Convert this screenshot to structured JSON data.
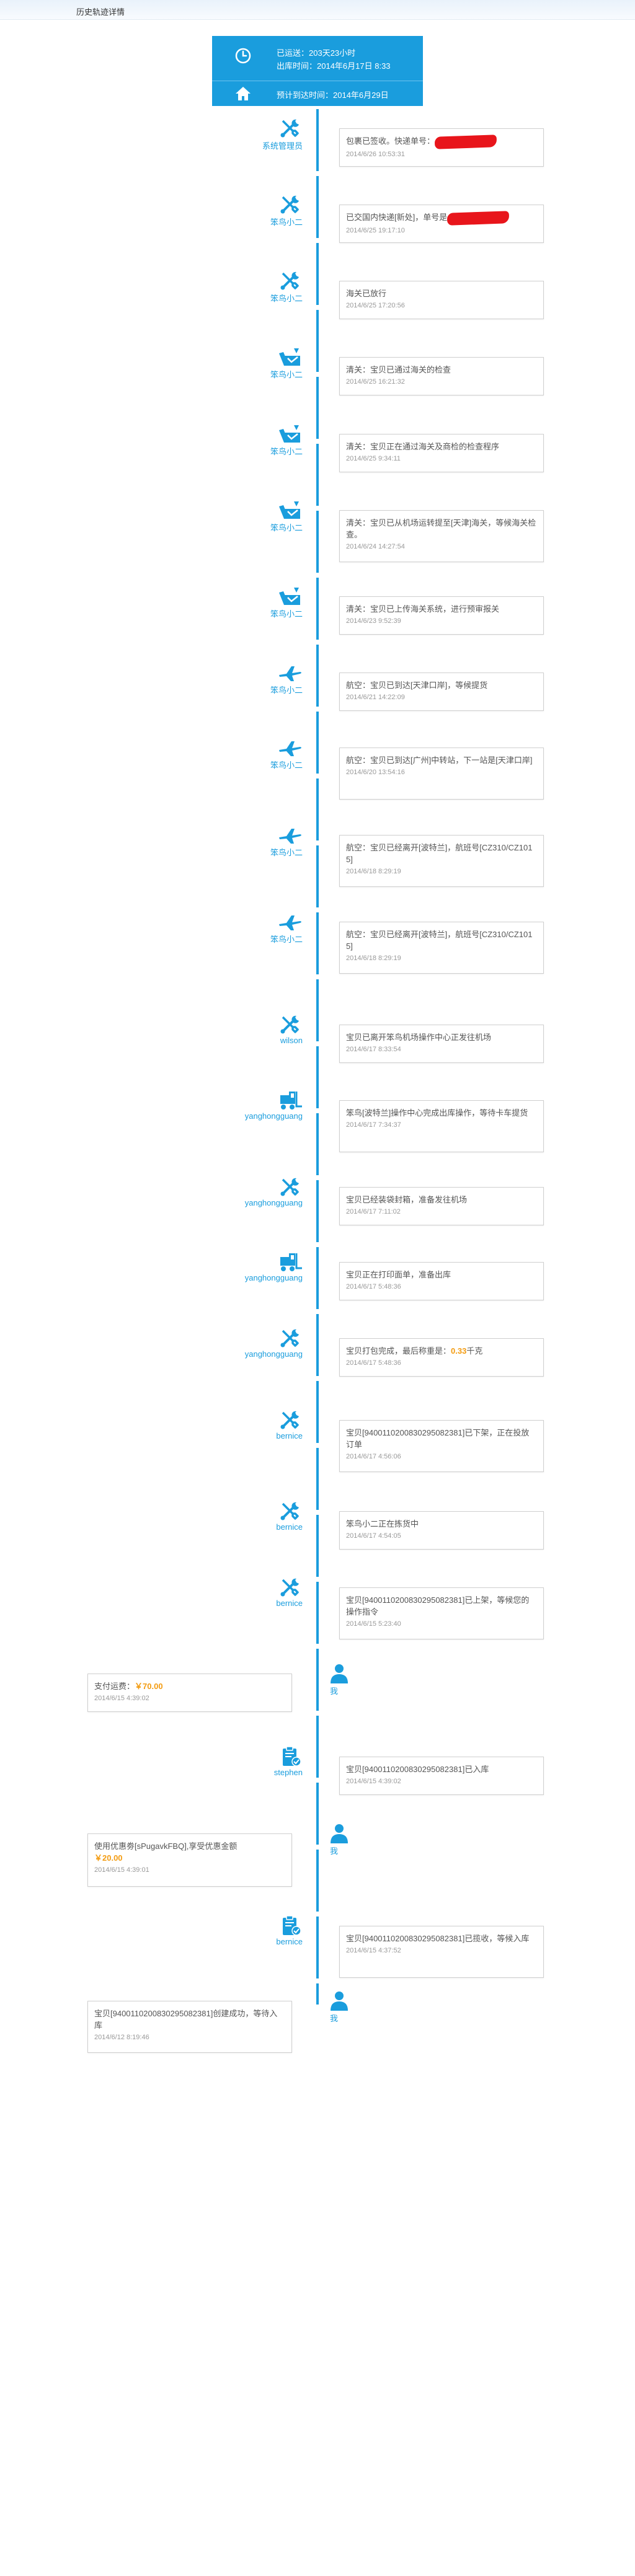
{
  "page": {
    "title": "历史轨迹详情"
  },
  "summary": {
    "status": "已运送：203天23小时",
    "departure": "出库时间：2014年6月17日 8:33",
    "eta": "预计到达时间：2014年6月29日"
  },
  "colors": {
    "accent": "#1a9ddd",
    "amount": "#f39c12",
    "redaction": "#e8151b"
  },
  "events": [
    {
      "side": "right",
      "icon": "wrench-icon",
      "actor": "系统管理员",
      "text": "包裹已签收。快递单号：",
      "redacted": true,
      "time": "2014/6/26 10:53:31"
    },
    {
      "side": "right",
      "icon": "wrench-icon",
      "actor": "笨鸟小二",
      "text": "已交国内快递[新处]，单号是",
      "redacted": true,
      "time": "2014/6/25 19:17:10"
    },
    {
      "side": "right",
      "icon": "wrench-icon",
      "actor": "笨鸟小二",
      "text": "海关已放行",
      "time": "2014/6/25 17:20:56"
    },
    {
      "side": "right",
      "icon": "customs-icon",
      "actor": "笨鸟小二",
      "text": "清关：宝贝已通过海关的检查",
      "time": "2014/6/25 16:21:32"
    },
    {
      "side": "right",
      "icon": "customs-icon",
      "actor": "笨鸟小二",
      "text": "清关：宝贝正在通过海关及商检的检查程序",
      "time": "2014/6/25 9:34:11"
    },
    {
      "side": "right",
      "icon": "customs-icon",
      "actor": "笨鸟小二",
      "text": "清关：宝贝已从机场运转提至[天津]海关，等候海关检查。",
      "time": "2014/6/24 14:27:54"
    },
    {
      "side": "right",
      "icon": "customs-icon",
      "actor": "笨鸟小二",
      "text": "清关：宝贝已上传海关系统，进行预审报关",
      "time": "2014/6/23 9:52:39"
    },
    {
      "side": "right",
      "icon": "airplane-icon",
      "actor": "笨鸟小二",
      "text": "航空：宝贝已到达[天津口岸]，等候提货",
      "time": "2014/6/21 14:22:09"
    },
    {
      "side": "right",
      "icon": "airplane-icon",
      "actor": "笨鸟小二",
      "text": "航空：宝贝已到达[广州]中转站，下一站是[天津口岸]",
      "time": "2014/6/20 13:54:16"
    },
    {
      "side": "right",
      "icon": "airplane-icon",
      "actor": "笨鸟小二",
      "text": "航空：宝贝已经离开[波特兰]，航班号[CZ310/CZ1015]",
      "time": "2014/6/18 8:29:19"
    },
    {
      "side": "right",
      "icon": "airplane-icon",
      "actor": "笨鸟小二",
      "text": "航空：宝贝已经离开[波特兰]，航班号[CZ310/CZ1015]",
      "time": "2014/6/18 8:29:19"
    },
    {
      "side": "right",
      "icon": "wrench-icon",
      "actor": "wilson",
      "text": "宝贝已离开笨鸟机场操作中心正发往机场",
      "time": "2014/6/17 8:33:54"
    },
    {
      "side": "right",
      "icon": "forklift-icon",
      "actor": "yanghongguang",
      "text": "笨鸟[波特兰]操作中心完成出库操作，等待卡车提货",
      "time": "2014/6/17 7:34:37"
    },
    {
      "side": "right",
      "icon": "wrench-icon",
      "actor": "yanghongguang",
      "text": "宝贝已经装袋封箱，准备发往机场",
      "time": "2014/6/17 7:11:02"
    },
    {
      "side": "right",
      "icon": "forklift-icon",
      "actor": "yanghongguang",
      "text": "宝贝正在打印面单，准备出库",
      "time": "2014/6/17 5:48:36"
    },
    {
      "side": "right",
      "icon": "wrench-icon",
      "actor": "yanghongguang",
      "text": "宝贝打包完成，最后称重是：",
      "amount": "0.33",
      "suffix": "千克",
      "time": "2014/6/17 5:48:36"
    },
    {
      "side": "right",
      "icon": "wrench-icon",
      "actor": "bernice",
      "text": "宝贝[9400110200830295082381]已下架，正在投放订单",
      "time": "2014/6/17 4:56:06"
    },
    {
      "side": "right",
      "icon": "wrench-icon",
      "actor": "bernice",
      "text": "笨鸟小二正在拣货中",
      "time": "2014/6/17 4:54:05"
    },
    {
      "side": "right",
      "icon": "wrench-icon",
      "actor": "bernice",
      "text": "宝贝[9400110200830295082381]已上架，等候您的操作指令",
      "time": "2014/6/15 5:23:40"
    },
    {
      "side": "left",
      "icon": "user-icon",
      "actor": "我",
      "text": "支付运费：",
      "amount": "￥70.00",
      "time": "2014/6/15 4:39:02"
    },
    {
      "side": "right",
      "icon": "clipboard-check-icon",
      "actor": "stephen",
      "text": "宝贝[9400110200830295082381]已入库",
      "time": "2014/6/15 4:39:02"
    },
    {
      "side": "left",
      "icon": "user-icon",
      "actor": "我",
      "text": "使用优惠劵[sPugavkFBQ],享受优惠金额",
      "amount": "￥20.00",
      "time": "2014/6/15 4:39:01"
    },
    {
      "side": "right",
      "icon": "clipboard-check-icon",
      "actor": "bernice",
      "text": "宝贝[9400110200830295082381]已揽收，等候入库",
      "time": "2014/6/15 4:37:52"
    },
    {
      "side": "left",
      "icon": "user-icon",
      "actor": "我",
      "text": "宝贝[9400110200830295082381]创建成功，等待入库",
      "time": "2014/6/12 8:19:46"
    }
  ]
}
